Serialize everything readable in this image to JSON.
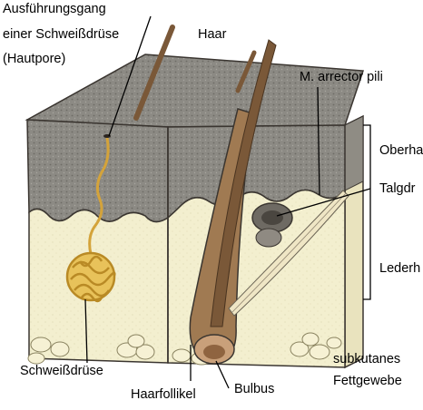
{
  "labels": {
    "sweat_duct_line1": "Ausführungsgang",
    "sweat_duct_line2": "einer Schweißdrüse",
    "sweat_duct_line3": "(Hautpore)",
    "hair": "Haar",
    "arrector": "M. arrector pili",
    "epidermis": "Oberha",
    "sebaceous": "Talgdr",
    "dermis": "Lederh",
    "sweat_gland": "Schweißdrüse",
    "follicle": "Haarfollikel",
    "bulbus": "Bulbus",
    "subcutis_line1": "subkutanes",
    "subcutis_line2": "Fettgewebe"
  },
  "colors": {
    "epidermis": "#8c8a84",
    "dermis": "#f3efcf",
    "subcutis": "#eee8c4",
    "hair": "#7a5838",
    "gland": "#d4a33a",
    "outline": "#3a3530"
  }
}
